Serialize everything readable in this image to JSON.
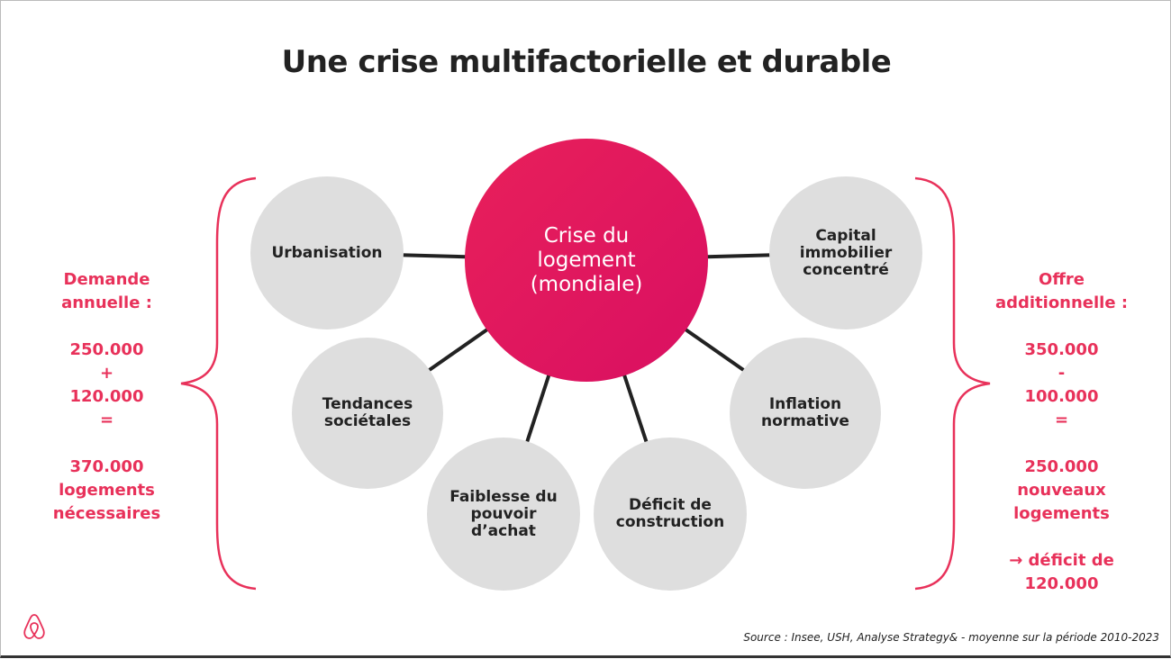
{
  "title": "Une crise multifactorielle et durable",
  "center": {
    "line1": "Crise du",
    "line2": "logement",
    "line3": "(mondiale)"
  },
  "factors": [
    {
      "lines": [
        "Urbanisation"
      ]
    },
    {
      "lines": [
        "Tendances",
        "sociétales"
      ]
    },
    {
      "lines": [
        "Faiblesse du",
        "pouvoir",
        "d’achat"
      ]
    },
    {
      "lines": [
        "Déficit de",
        "construction"
      ]
    },
    {
      "lines": [
        "Inflation",
        "normative"
      ]
    },
    {
      "lines": [
        "Capital",
        "immobilier",
        "concentré"
      ]
    }
  ],
  "demand": {
    "lines": [
      "Demande",
      "annuelle :",
      "",
      "250.000",
      "+",
      "120.000",
      "=",
      "",
      "370.000",
      "logements",
      "nécessaires"
    ]
  },
  "supply": {
    "lines": [
      "Offre",
      "additionnelle :",
      "",
      "350.000",
      "-",
      "100.000",
      "=",
      "",
      "250.000",
      "nouveaux",
      "logements",
      "",
      "→ déficit de",
      "120.000"
    ]
  },
  "source": "Source : Insee, USH, Analyse Strategy& - moyenne sur la période 2010-2023",
  "colors": {
    "accent": "#e8315a",
    "node": "#dedede"
  }
}
